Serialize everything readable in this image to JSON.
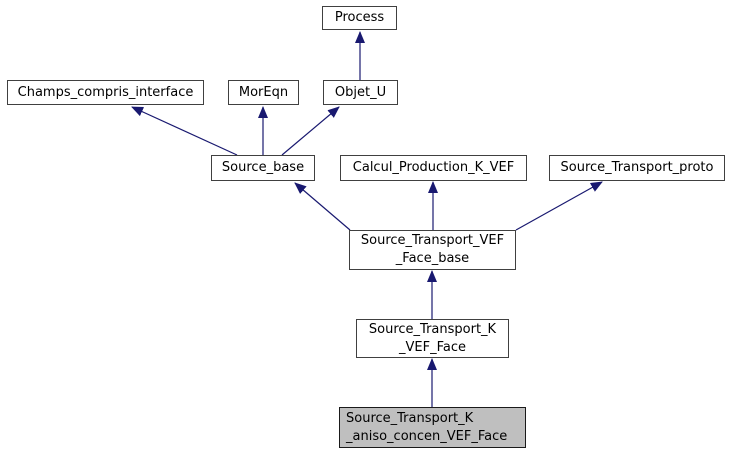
{
  "diagram": {
    "kind": "class-inheritance-graph",
    "background_color": "#ffffff",
    "edge_color": "#191970",
    "node_border_color": "#404040",
    "node_fill_color": "#ffffff",
    "current_node_fill_color": "#bfbfbf",
    "text_color": "#000000",
    "nodes": {
      "process": {
        "label": "Process"
      },
      "champs_compris_interface": {
        "label": "Champs_compris_interface"
      },
      "moreqn": {
        "label": "MorEqn"
      },
      "objet_u": {
        "label": "Objet_U"
      },
      "source_base": {
        "label": "Source_base"
      },
      "calcul_production_k_vef": {
        "label": "Calcul_Production_K_VEF"
      },
      "source_transport_proto": {
        "label": "Source_Transport_proto"
      },
      "source_transport_vef_face_base": {
        "label": "Source_Transport_VEF\n_Face_base"
      },
      "source_transport_k_vef_face": {
        "label": "Source_Transport_K\n_VEF_Face"
      },
      "source_transport_k_aniso_concen_vef_face": {
        "label": "Source_Transport_K\n_aniso_concen_VEF_Face",
        "current": true
      }
    },
    "edges": [
      {
        "from": "objet_u",
        "to": "process"
      },
      {
        "from": "source_base",
        "to": "champs_compris_interface"
      },
      {
        "from": "source_base",
        "to": "moreqn"
      },
      {
        "from": "source_base",
        "to": "objet_u"
      },
      {
        "from": "source_transport_vef_face_base",
        "to": "source_base"
      },
      {
        "from": "source_transport_vef_face_base",
        "to": "calcul_production_k_vef"
      },
      {
        "from": "source_transport_vef_face_base",
        "to": "source_transport_proto"
      },
      {
        "from": "source_transport_k_vef_face",
        "to": "source_transport_vef_face_base"
      },
      {
        "from": "source_transport_k_aniso_concen_vef_face",
        "to": "source_transport_k_vef_face"
      }
    ]
  }
}
